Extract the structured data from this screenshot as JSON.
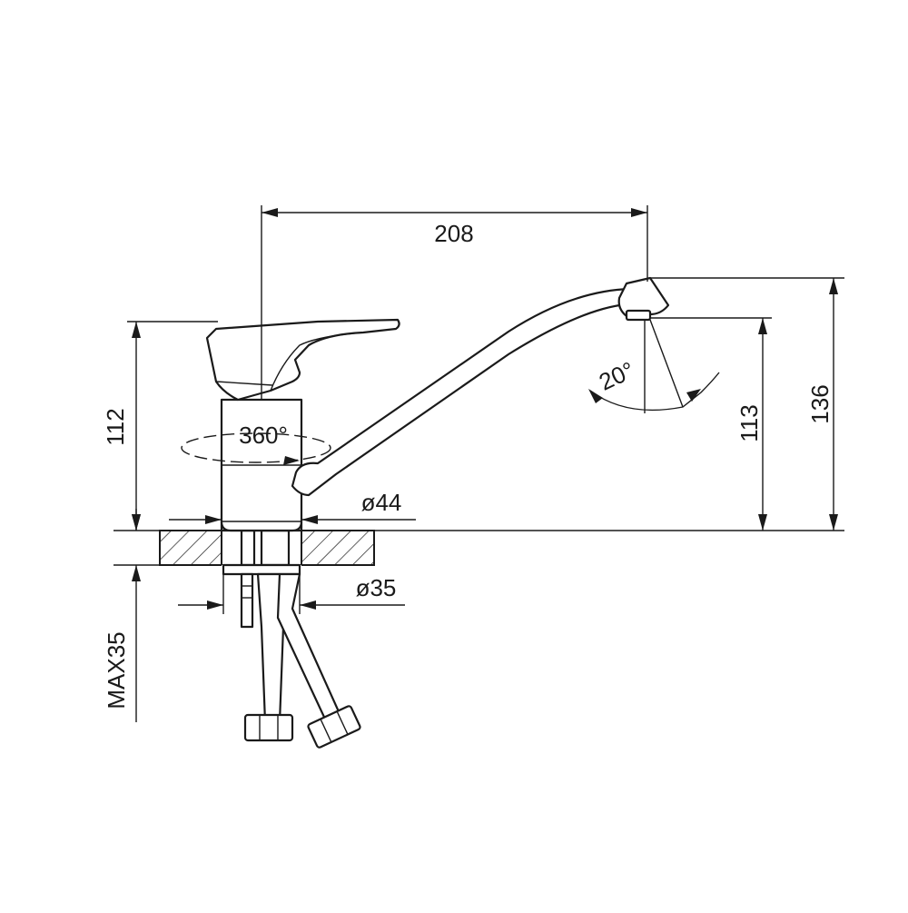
{
  "colors": {
    "line": "#1a1a1a",
    "background": "#ffffff"
  },
  "dimensions": {
    "spout_reach": "208",
    "body_height": "112",
    "spout_height": "113",
    "total_height": "136",
    "swivel_angle": "360°",
    "tilt_angle": "20°",
    "base_diameter": "ø44",
    "shank_diameter": "ø35",
    "max_counter_thickness": "MAX35"
  }
}
